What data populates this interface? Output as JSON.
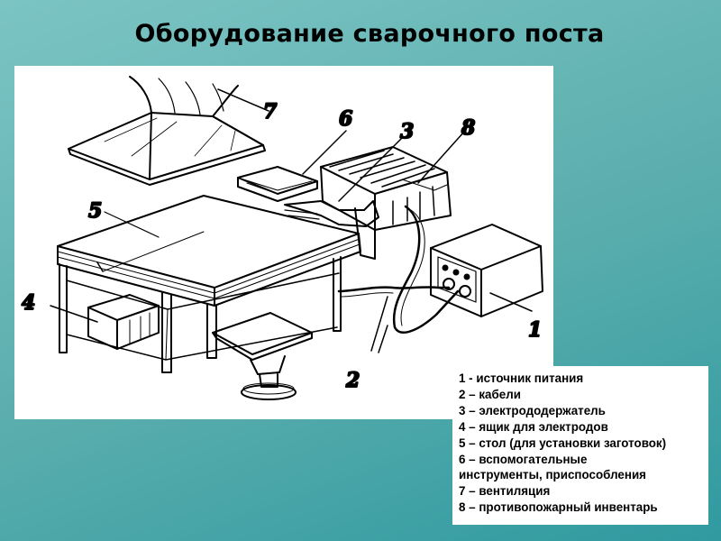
{
  "slide": {
    "title": "Оборудование сварочного поста"
  },
  "figure": {
    "callouts": [
      "7",
      "6",
      "3",
      "8",
      "5",
      "4",
      "1",
      "2"
    ]
  },
  "legend": {
    "items": [
      "1 - источник питания",
      "2 – кабели",
      "3 – электрододержатель",
      "4 – ящик для электродов",
      "5 – стол (для установки заготовок)",
      "6 – вспомогательные",
      "инструменты, приспособления",
      "7 – вентиляция",
      "8 – противопожарный инвентарь"
    ]
  },
  "colors": {
    "background": "#5aadad",
    "panel": "#ffffff",
    "ink": "#000000"
  }
}
